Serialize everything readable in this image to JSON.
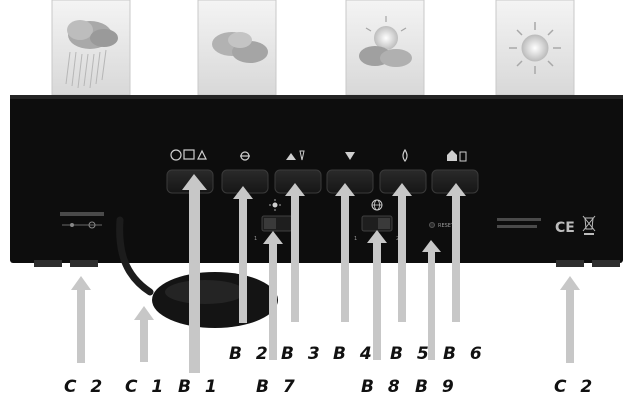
{
  "forecast_panels": [
    {
      "icon": "rain-cloud-icon"
    },
    {
      "icon": "cloudy-icon"
    },
    {
      "icon": "partly-sunny-icon"
    },
    {
      "icon": "sunny-icon"
    }
  ],
  "device": {
    "color": "#0d0d0d",
    "button_icons": [
      "alarm-icon",
      "alarm-off-icon",
      "up-arrow-icon",
      "down-arrow-icon",
      "drop-icon",
      "home-icon"
    ],
    "lower_icons": [
      "light-icon",
      "globe-icon"
    ],
    "reset_label": "RESET"
  },
  "callouts": {
    "b2": "B 2",
    "b3": "B 3",
    "b4": "B 4",
    "b5": "B 5",
    "b6": "B 6",
    "c2_left": "C 2",
    "c1": "C 1",
    "b1": "B 1",
    "b7": "B 7",
    "b8": "B 8",
    "b9": "B 9",
    "c2_right": "C 2"
  }
}
